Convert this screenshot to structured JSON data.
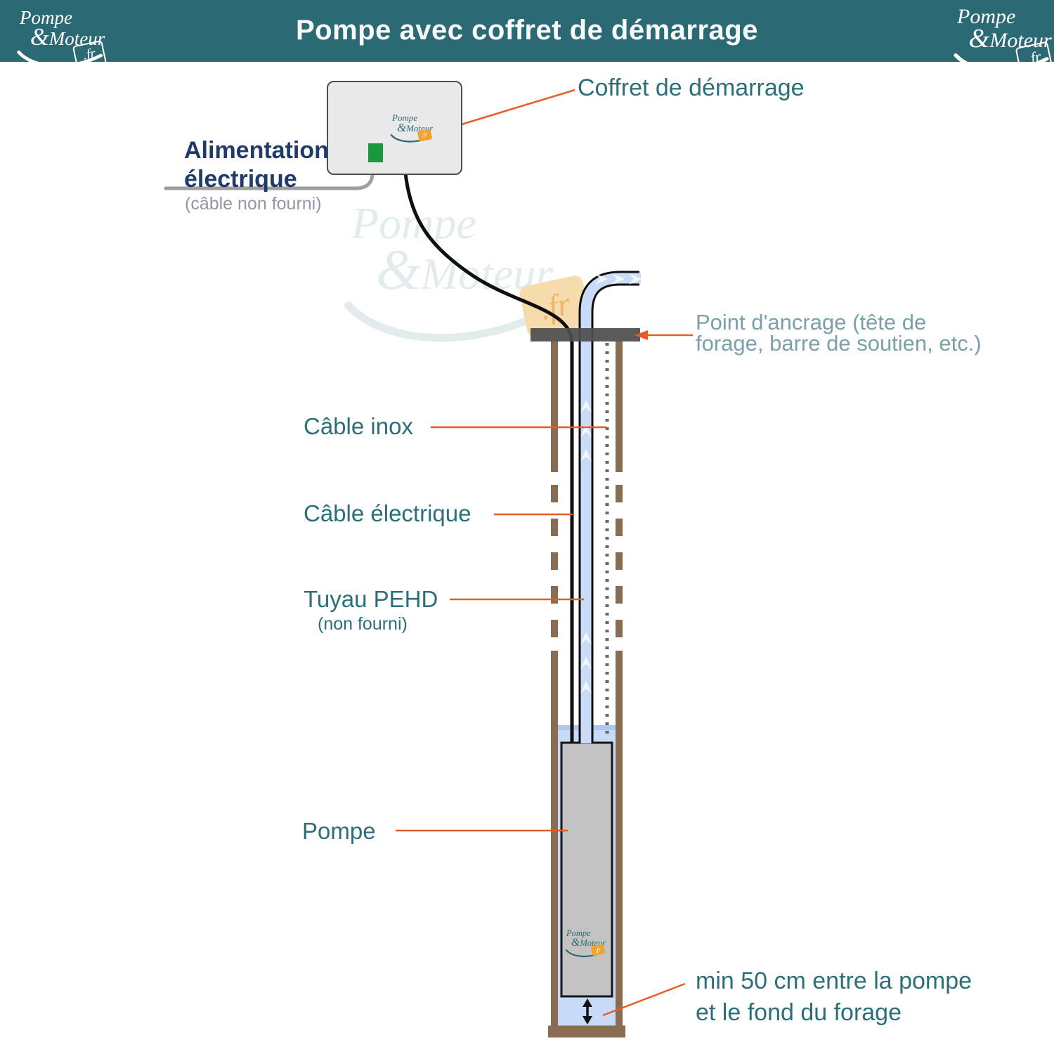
{
  "header": {
    "title": "Pompe avec coffret de démarrage",
    "bg_color": "#2b6a74"
  },
  "brand": {
    "word1": "Pompe",
    "amp": "&",
    "word2": "Moteur",
    "tld": ".fr"
  },
  "labels": {
    "coffret": "Coffret de démarrage",
    "alimentation": {
      "line1": "Alimentation",
      "line2": "électrique",
      "note": "(câble non fourni)"
    },
    "ancrage": {
      "line1": "Point d'ancrage (tête de",
      "line2": "forage, barre de soutien, etc.)"
    },
    "cable_inox": "Câble inox",
    "cable_electrique": "Câble électrique",
    "tuyau": {
      "name": "Tuyau PEHD",
      "note": "(non fourni)"
    },
    "pompe": "Pompe",
    "min50": {
      "line1": "min 50 cm entre la pompe",
      "line2": "et le fond du forage"
    }
  },
  "colors": {
    "header_bg": "#2b6a74",
    "label_teal": "#2d6e79",
    "label_light_teal": "#7c9faa",
    "label_navy": "#203a69",
    "label_muted_gray": "#9097a5",
    "annotation_orange": "#e65c28",
    "pipe_blue": "#c9dbf7",
    "water_blue": "#c7daf7",
    "water_surface": "#aec7ee",
    "wall_brown": "#8a6c52",
    "pump_gray": "#c3c3c3",
    "anchor_gray": "#4d4d4d",
    "power_cable_gray": "#9e9e9e",
    "electric_cable_black": "#0f0f0f",
    "indicator_green": "#18993b",
    "logo_badge_orange": "#f0a232"
  }
}
